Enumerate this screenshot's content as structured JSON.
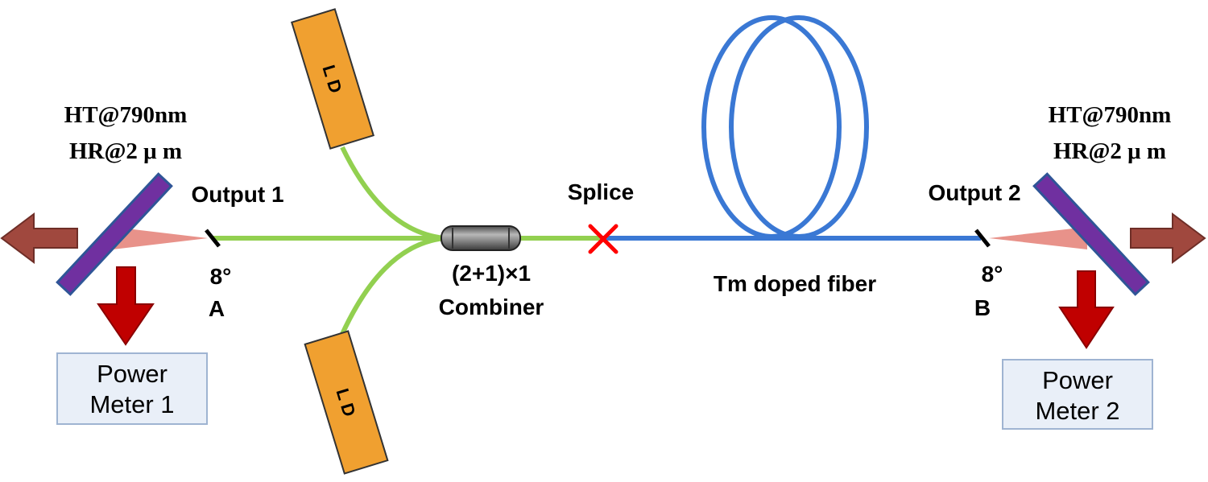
{
  "labels": {
    "mirror_left_line1": "HT@790nm",
    "mirror_left_line2": "HR@2 μ m",
    "mirror_right_line1": "HT@790nm",
    "mirror_right_line2": "HR@2 μ m",
    "output1": "Output 1",
    "output2": "Output 2",
    "angle_a": "8°",
    "angle_b": "8°",
    "end_a": "A",
    "end_b": "B",
    "splice": "Splice",
    "combiner_line1": "(2+1)×1",
    "combiner_line2": "Combiner",
    "fiber": "Tm doped fiber",
    "ld_top": "L D",
    "ld_bottom": "L D",
    "power_meter1_line1": "Power",
    "power_meter1_line2": "Meter 1",
    "power_meter2_line1": "Power",
    "power_meter2_line2": "Meter 2"
  },
  "colors": {
    "passive_fiber": "#92d050",
    "doped_fiber": "#3a78d4",
    "laser_diode": "#f0a030",
    "mirror": "#7030a0",
    "mirror_border": "#2f5597",
    "output_arrow": "#a0483e",
    "down_arrow": "#c00000",
    "splice_mark": "#ff0000",
    "beam": "#e8928a",
    "power_meter_fill": "#e9eff8"
  }
}
